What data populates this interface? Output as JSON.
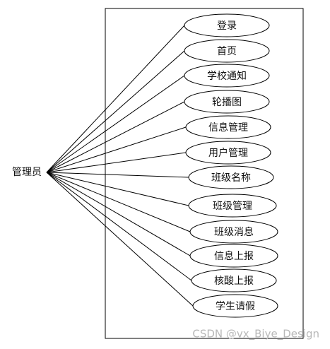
{
  "actor": {
    "label": "管理员"
  },
  "use_cases": [
    {
      "label": "登录"
    },
    {
      "label": "首页"
    },
    {
      "label": "学校通知"
    },
    {
      "label": "轮播图"
    },
    {
      "label": "信息管理"
    },
    {
      "label": "用户管理"
    },
    {
      "label": "班级名称"
    },
    {
      "label": "班级管理"
    },
    {
      "label": "班级消息"
    },
    {
      "label": "信息上报"
    },
    {
      "label": "核酸上报"
    },
    {
      "label": "学生请假"
    }
  ],
  "watermark": {
    "text": "CSDN @vx_Biye_Design"
  }
}
